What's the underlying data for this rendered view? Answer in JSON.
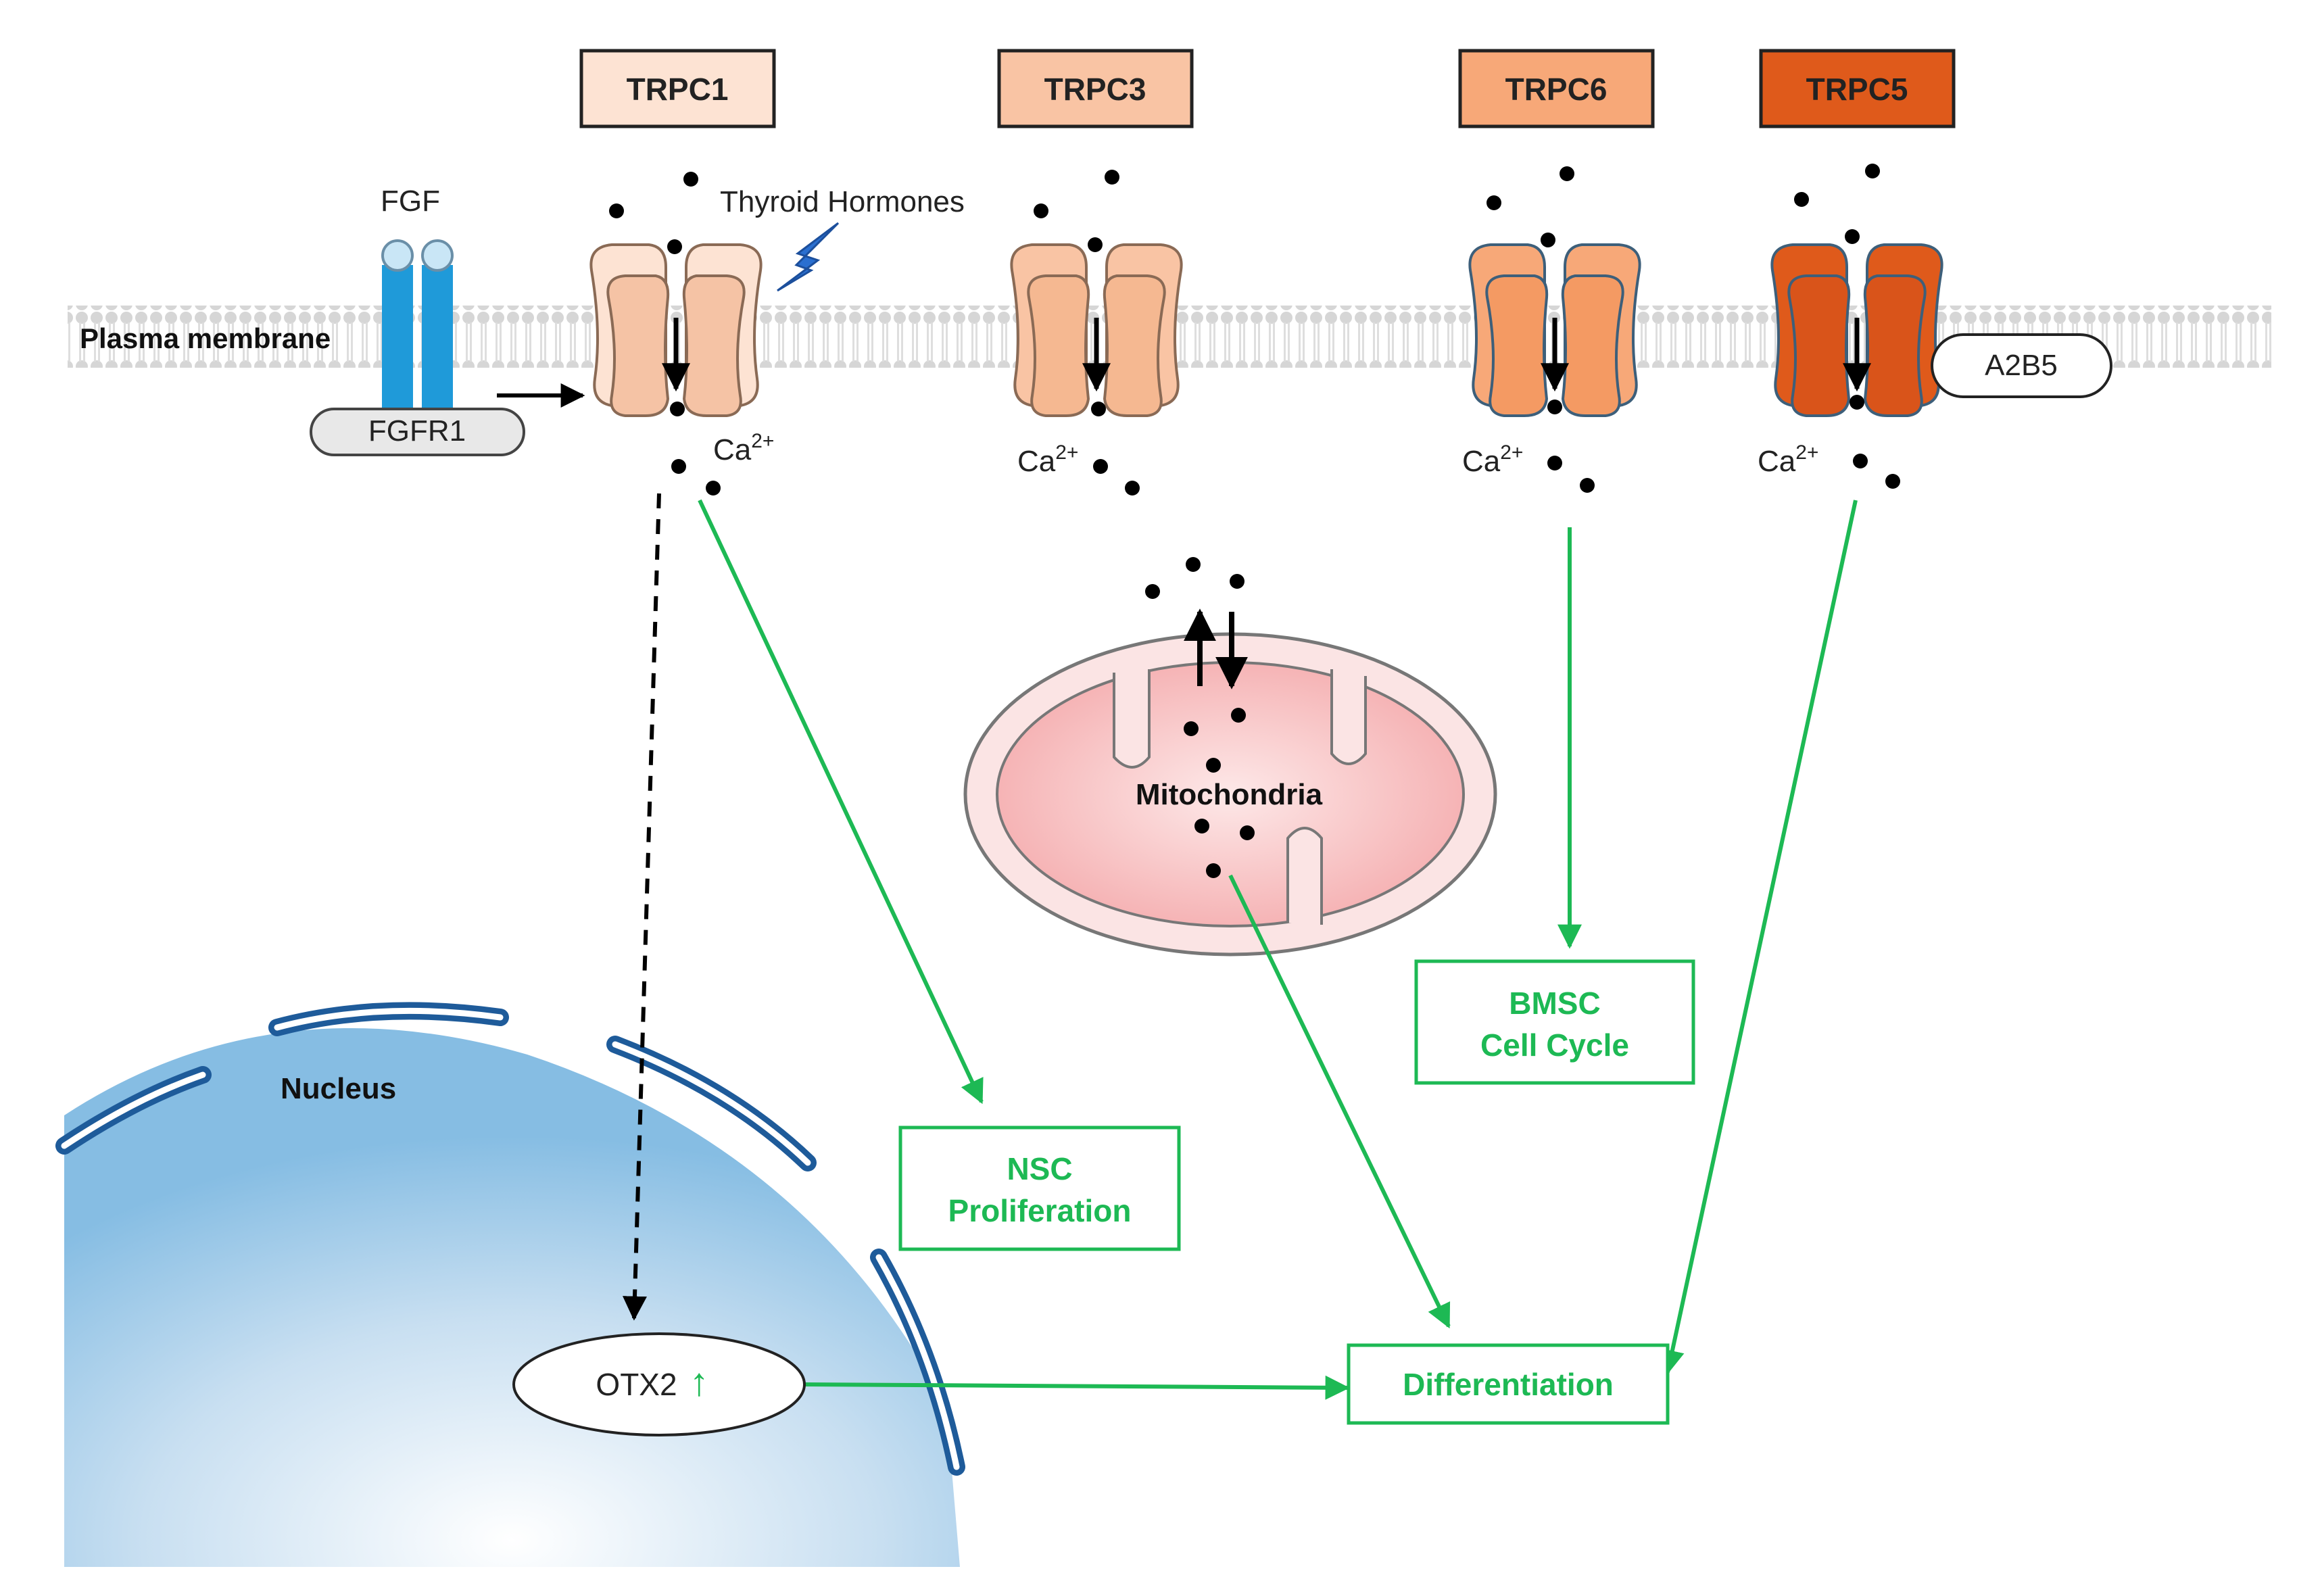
{
  "channels": [
    {
      "label": "TRPC1",
      "fill": "#fde3d3",
      "body": "#f5c3a5"
    },
    {
      "label": "TRPC3",
      "fill": "#f9c4a4",
      "body": "#f5b891"
    },
    {
      "label": "TRPC6",
      "fill": "#f7a878",
      "body": "#f49a63"
    },
    {
      "label": "TRPC5",
      "fill": "#df5a1b",
      "body": "#d9541a"
    }
  ],
  "labels": {
    "fgf": "FGF",
    "fgfr1": "FGFR1",
    "thyroid": "Thyroid Hormones",
    "plasma_membrane": "Plasma membrane",
    "ca": "Ca",
    "ca_charge": "2+",
    "mitochondria": "Mitochondria",
    "nucleus": "Nucleus",
    "otx2": "OTX2",
    "otx2_arrow": "↑",
    "a2b5": "A2B5"
  },
  "outcomes": {
    "nsc_line1": "NSC",
    "nsc_line2": "Proliferation",
    "bmsc_line1": "BMSC",
    "bmsc_line2": "Cell Cycle",
    "differentiation": "Differentiation"
  },
  "colors": {
    "green": "#1db954",
    "nucleus_border": "#1e5b9a",
    "receptor_blue": "#1f9ad9",
    "membrane": "#d9d9d9"
  }
}
